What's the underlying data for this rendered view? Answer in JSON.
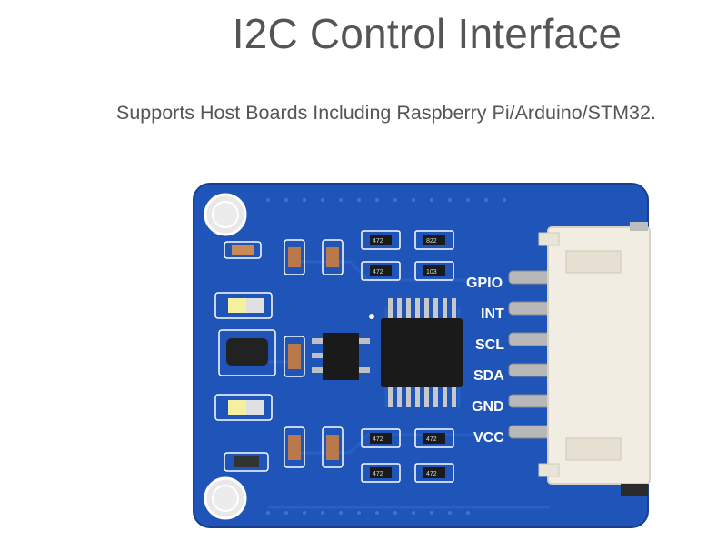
{
  "title": "I2C Control Interface",
  "subtitle": "Supports Host Boards Including Raspberry Pi/Arduino/STM32.",
  "board": {
    "pins": [
      "GPIO",
      "INT",
      "SCL",
      "SDA",
      "GND",
      "VCC"
    ],
    "resistor_labels": [
      "472",
      "822",
      "472",
      "103",
      "472",
      "472",
      "472",
      "472"
    ],
    "colors": {
      "pcb": "#1f55b8",
      "silk": "#ffffff",
      "connector": "#f2ede2",
      "chip": "#1a1a1a"
    },
    "icons": [
      "mounting-hole-icon",
      "led-icon",
      "ic-chip-icon",
      "connector-icon"
    ]
  }
}
